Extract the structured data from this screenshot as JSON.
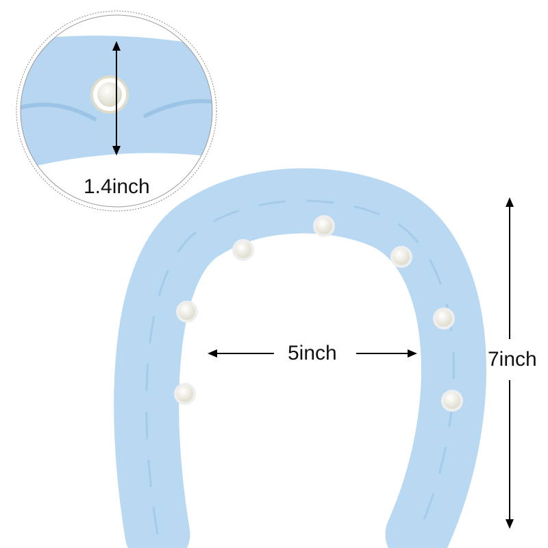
{
  "labels": {
    "thickness": "1.4inch",
    "width": "5inch",
    "height": "7inch"
  },
  "colors": {
    "band": "#b9d8f2",
    "band_shadow": "#9cc4e6",
    "pearl": "#f4f1e6"
  }
}
